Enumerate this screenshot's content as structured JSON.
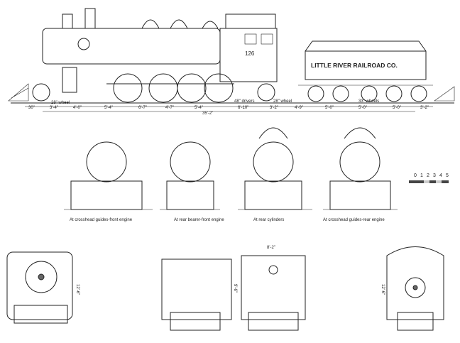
{
  "side_view": {
    "cab_number": "126",
    "tender_lettering": "LITTLE RIVER RAILROAD CO.",
    "wheel_labels": [
      "28\" wheel",
      "48\" drivers",
      "28\" wheel",
      "33\" wheels"
    ],
    "dimensions": [
      "30\"",
      "3'-4\"",
      "4'-0\"",
      "5'-4\"",
      "6'-7\"",
      "4'-7\"",
      "5'-4\"",
      "6'-10\"",
      "3'-2\"",
      "4'-9\"",
      "5'-0\"",
      "5'-0\"",
      "5'-0\"",
      "3'-2\""
    ],
    "overall_engine_length": "35'-2\""
  },
  "sections": [
    {
      "caption": "At crosshead guides-front engine"
    },
    {
      "caption": "At rear bearer-front engine"
    },
    {
      "caption": "At rear cylinders"
    },
    {
      "caption": "At crosshead guides-rear engine"
    }
  ],
  "scale": {
    "ticks": [
      "0",
      "1",
      "2",
      "3",
      "4",
      "5"
    ]
  },
  "end_views": {
    "front_height": "12'-6\"",
    "tender_width": "8'-2\"",
    "tender_height": "9'-6\"",
    "rear_height": "12'-6\""
  }
}
